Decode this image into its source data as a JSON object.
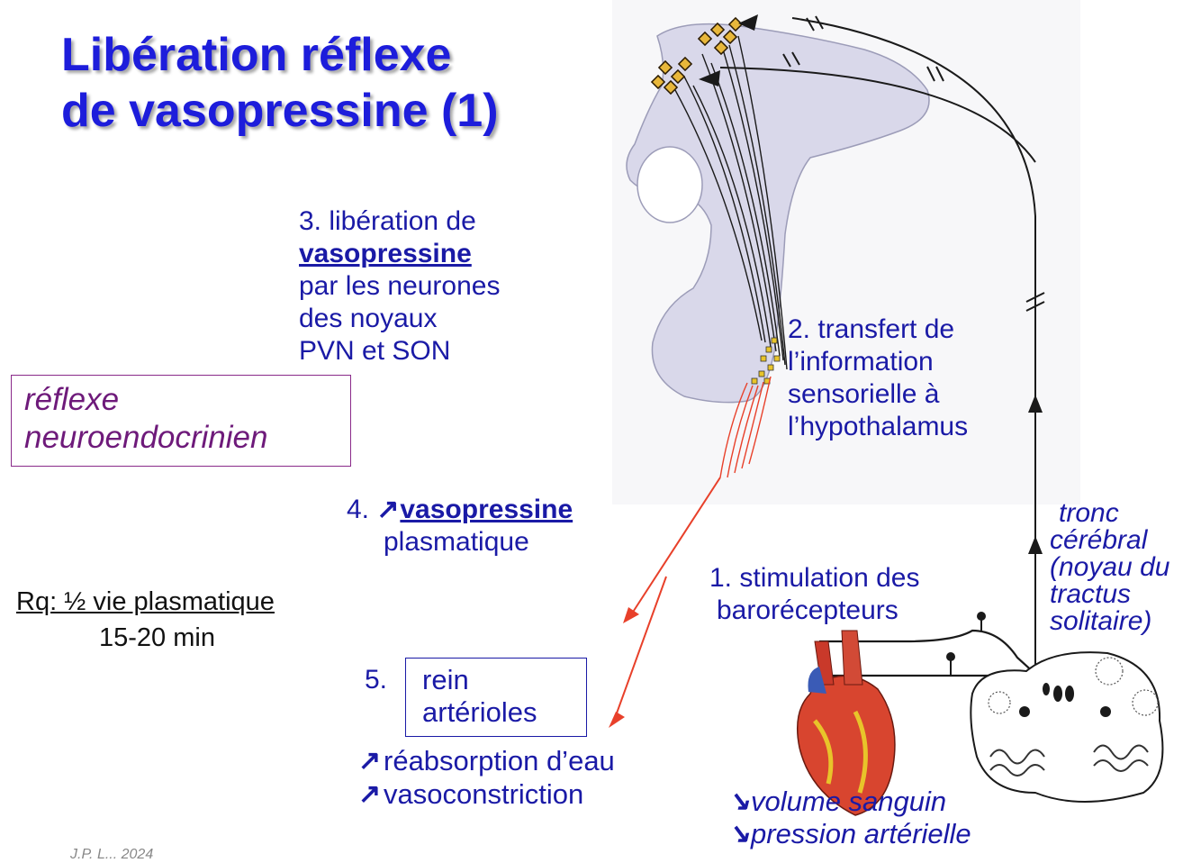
{
  "title": {
    "line1": "Libération réflexe",
    "line2": "de vasopressine (1)"
  },
  "step3": {
    "line1": "3. libération de",
    "line2": "vasopressine",
    "line3": "par les neurones",
    "line4": "des noyaux",
    "line5": "PVN et SON"
  },
  "step2": {
    "line1": "2. transfert de",
    "line2": "l’information",
    "line3": "sensorielle à",
    "line4": "l’hypothalamus"
  },
  "reflex": {
    "line1": "réflexe",
    "line2": "neuroendocrinien"
  },
  "step4": {
    "number": "4.",
    "word": "vasopressine",
    "line2": "plasmatique"
  },
  "remark": {
    "line1": "Rq: ½ vie plasmatique",
    "line2": "15-20 min"
  },
  "step1": {
    "line1": "1. stimulation des",
    "line2": "barorécepteurs"
  },
  "tronc": {
    "line1": "tronc",
    "line2": "cérébral",
    "line3": "(noyau du",
    "line4": "tractus",
    "line5": "solitaire)"
  },
  "step5": {
    "number": "5.",
    "line1": "rein",
    "line2": "artérioles"
  },
  "effects": {
    "line1": "réabsorption d’eau",
    "line2": "vasoconstriction"
  },
  "stimulus": {
    "line1": "volume sanguin",
    "line2": "pression artérielle"
  },
  "credit": "J.P. L... 2024",
  "colors": {
    "title": "#1d1ddb",
    "text_blue": "#1a1aa6",
    "reflex": "#6e1a7a",
    "red_path": "#e8402a",
    "hypothalamus": "#d9d8ea"
  },
  "icons": {
    "increase": "arrow-up-right-icon",
    "decrease": "arrow-down-right-icon"
  }
}
